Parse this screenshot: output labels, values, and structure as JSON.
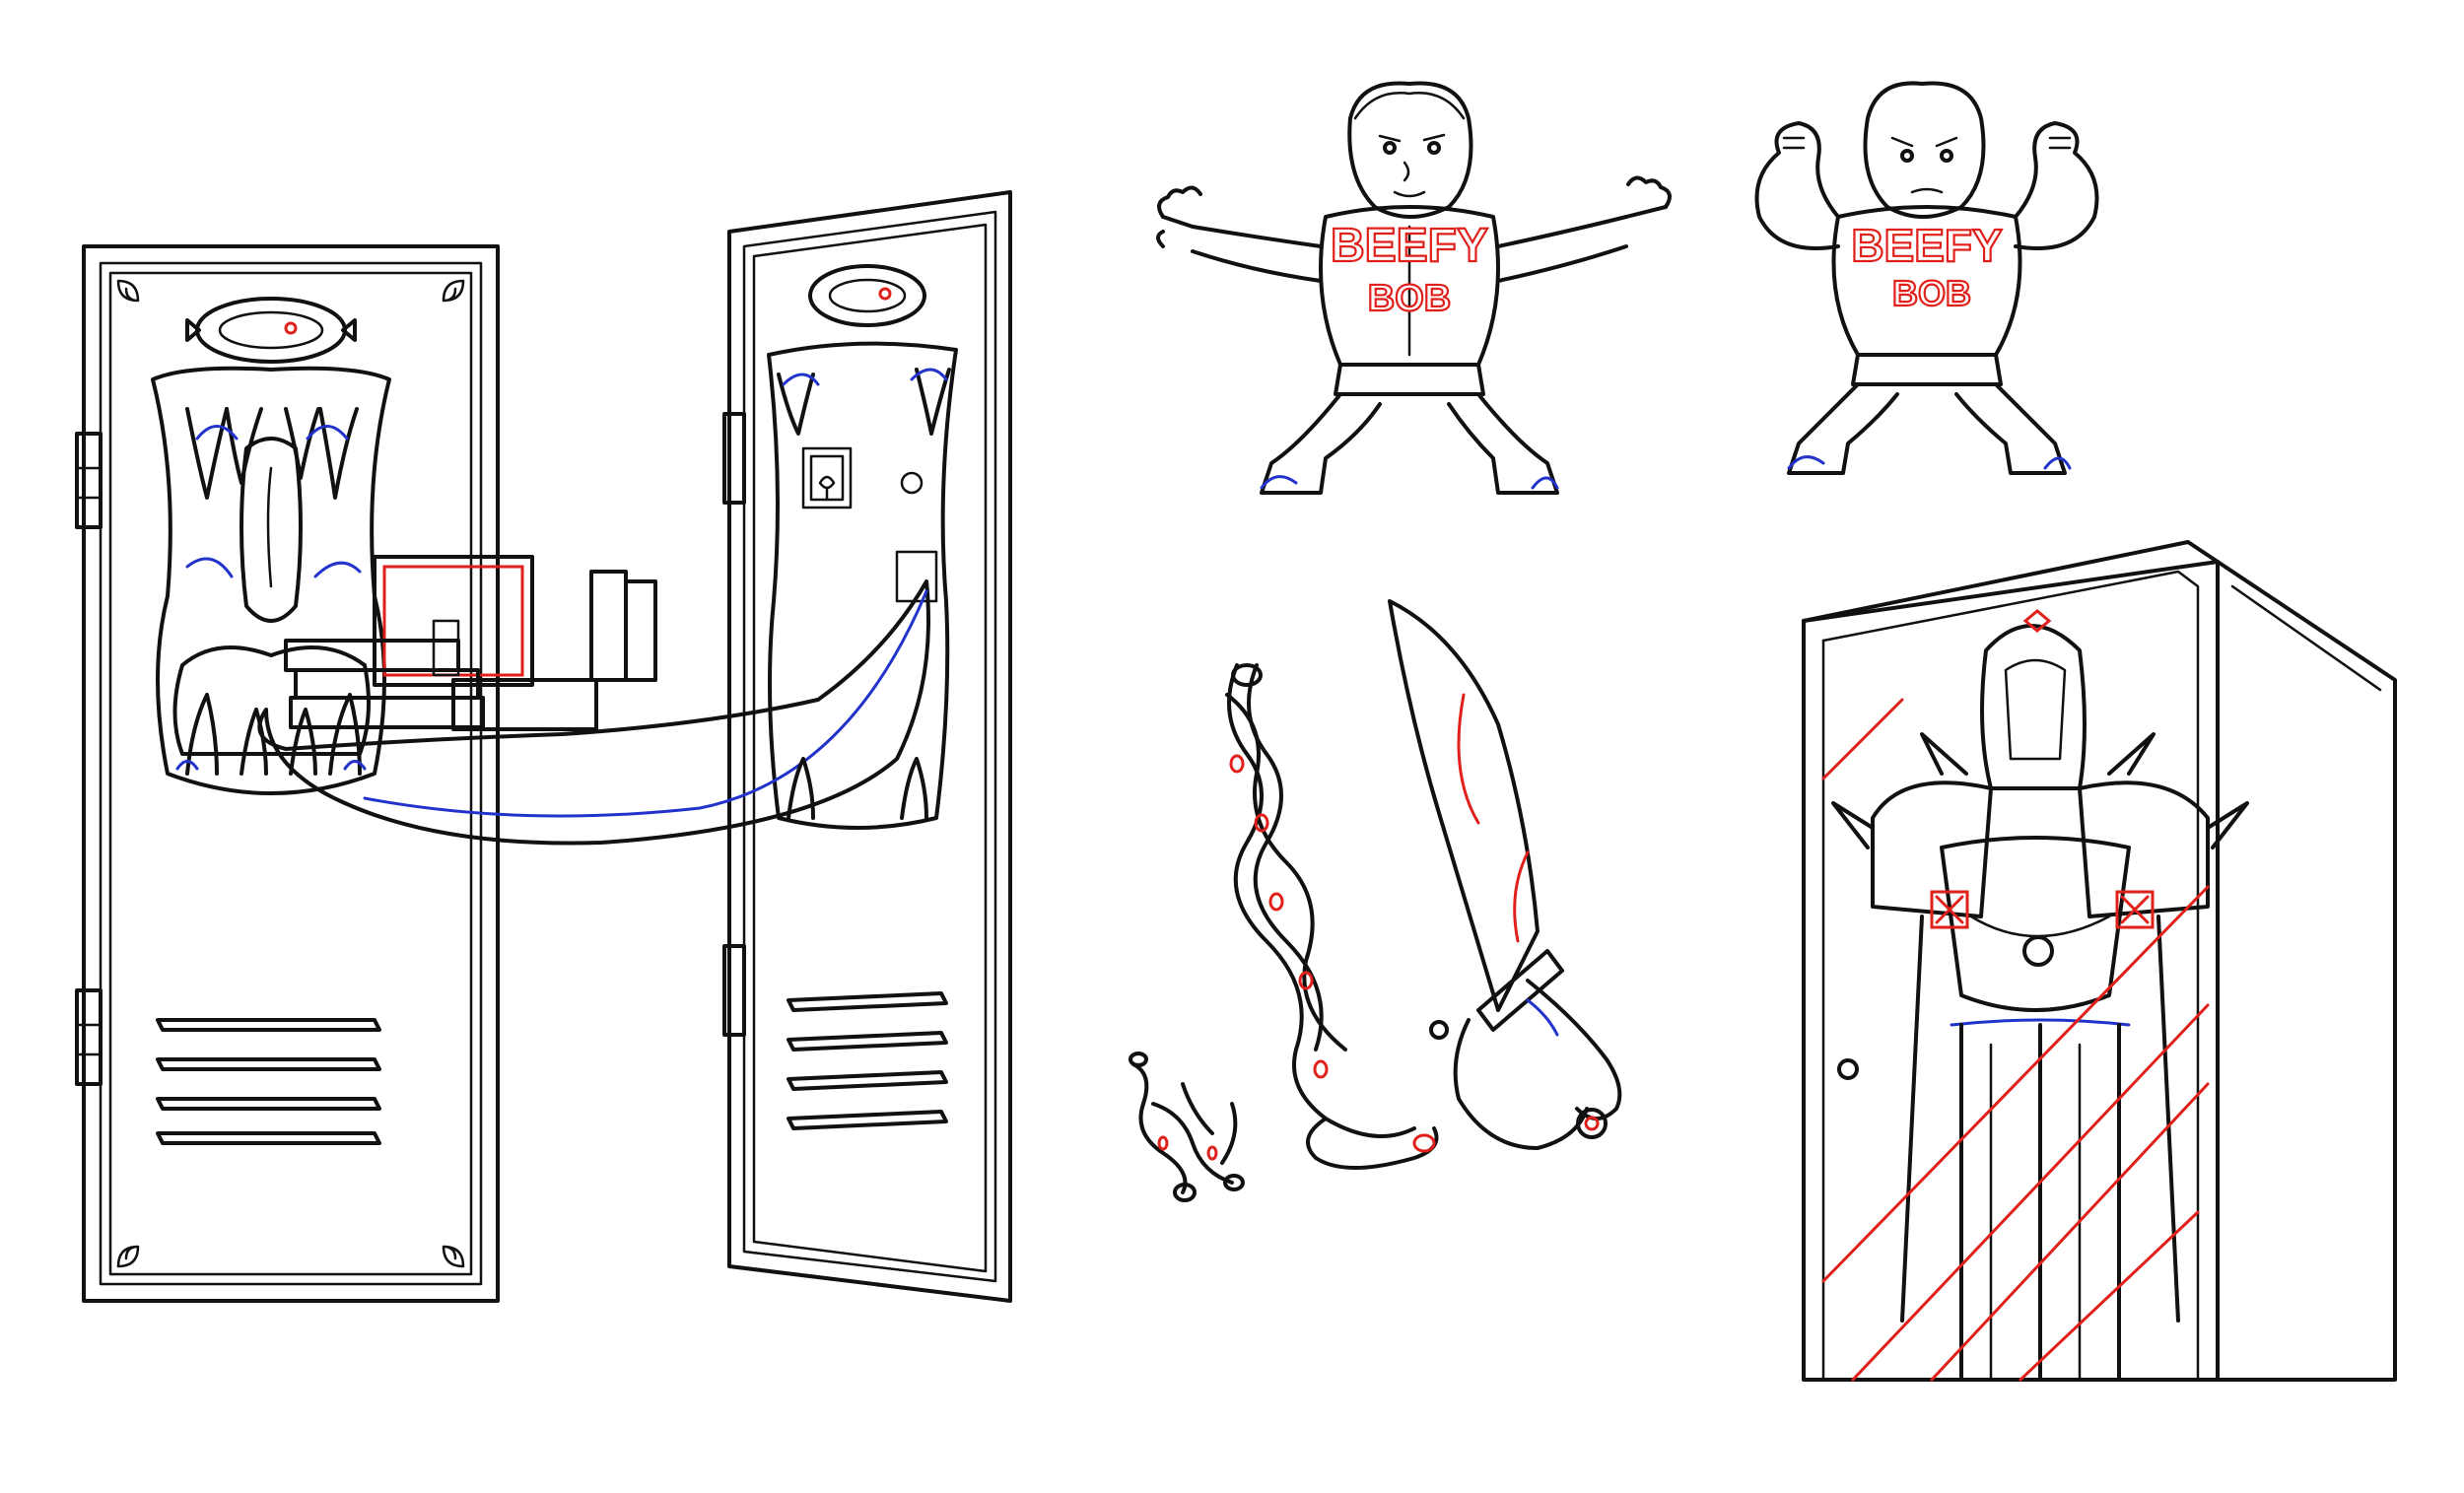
{
  "sheet": {
    "colors": {
      "ink": "#111111",
      "paper": "#ffffff",
      "accent_red": "#e0201b",
      "accent_blue": "#2233cc"
    },
    "assets": [
      {
        "id": "locker-closed-monster",
        "icon": "monster-locker-icon"
      },
      {
        "id": "locker-open-monster-tongue",
        "icon": "monster-locker-open-icon"
      },
      {
        "id": "beefy-bob-arms-out",
        "icon": "wrestler-figure-icon"
      },
      {
        "id": "beefy-bob-flexing",
        "icon": "wrestler-figure-icon"
      },
      {
        "id": "vine-flail",
        "icon": "vine-weapon-icon"
      },
      {
        "id": "vine-scrap",
        "icon": "vine-piece-icon"
      },
      {
        "id": "cutlass",
        "icon": "sword-icon"
      },
      {
        "id": "armor-display-case",
        "icon": "armor-case-icon"
      }
    ]
  },
  "beefy_bob_1": {
    "line1": "BEEFY",
    "line2": "BOB"
  },
  "beefy_bob_2": {
    "line1": "BEEFY",
    "line2": "BOB"
  }
}
